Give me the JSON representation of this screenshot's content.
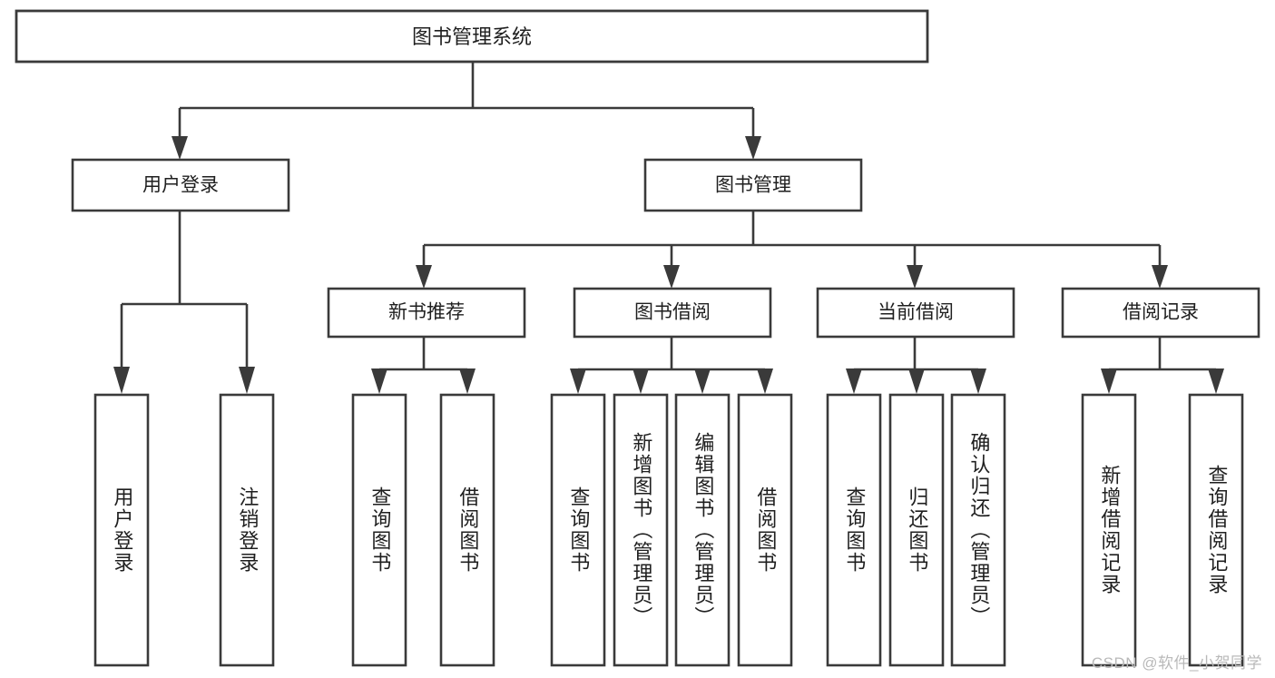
{
  "diagram": {
    "title": "图书管理系统",
    "type": "tree",
    "orientation": "top-down",
    "colors": {
      "background": "#ffffff",
      "box_fill": "#ffffff",
      "box_stroke": "#3a3a3a",
      "connector": "#3a3a3a",
      "text": "#1f1f1f",
      "watermark": "#b9b9b9"
    },
    "root": {
      "label": "图书管理系统",
      "name": "node-root-library-system"
    },
    "level1": [
      {
        "label": "用户登录",
        "name": "node-user-login"
      },
      {
        "label": "图书管理",
        "name": "node-book-management"
      }
    ],
    "level2": [
      {
        "label": "新书推荐",
        "name": "node-new-book-recommend",
        "parent": "图书管理"
      },
      {
        "label": "图书借阅",
        "name": "node-book-borrow",
        "parent": "图书管理"
      },
      {
        "label": "当前借阅",
        "name": "node-current-borrow",
        "parent": "图书管理"
      },
      {
        "label": "借阅记录",
        "name": "node-borrow-record",
        "parent": "图书管理"
      }
    ],
    "leaves": {
      "user_login": [
        {
          "label": "用户登录",
          "name": "leaf-user-login"
        },
        {
          "label": "注销登录",
          "name": "leaf-user-logout"
        }
      ],
      "new_book_recommend": [
        {
          "label": "查询图书",
          "name": "leaf-query-book-recommend"
        },
        {
          "label": "借阅图书",
          "name": "leaf-borrow-book-recommend"
        }
      ],
      "book_borrow": [
        {
          "label": "查询图书",
          "name": "leaf-query-book-borrow"
        },
        {
          "label": "新增图书（管理员）",
          "name": "leaf-add-book-admin"
        },
        {
          "label": "编辑图书（管理员）",
          "name": "leaf-edit-book-admin"
        },
        {
          "label": "借阅图书",
          "name": "leaf-borrow-book"
        }
      ],
      "current_borrow": [
        {
          "label": "查询图书",
          "name": "leaf-query-book-current"
        },
        {
          "label": "归还图书",
          "name": "leaf-return-book"
        },
        {
          "label": "确认归还（管理员）",
          "name": "leaf-confirm-return-admin"
        }
      ],
      "borrow_record": [
        {
          "label": "新增借阅记录",
          "name": "leaf-add-borrow-record"
        },
        {
          "label": "查询借阅记录",
          "name": "leaf-query-borrow-record"
        }
      ]
    }
  },
  "watermark": {
    "text": "CSDN @软件_小贺同学"
  }
}
